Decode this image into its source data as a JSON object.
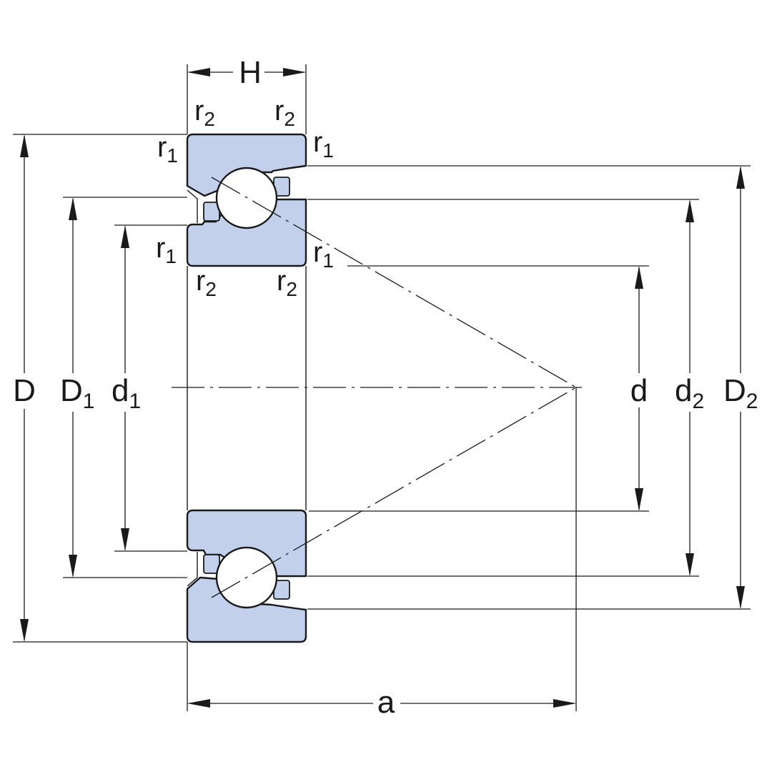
{
  "colors": {
    "ring_fill": "#c2d0ec",
    "line": "#1a1a1a",
    "background": "#ffffff"
  },
  "dimensions": {
    "H": {
      "main": "H",
      "sub": ""
    },
    "D": {
      "main": "D",
      "sub": ""
    },
    "D1": {
      "main": "D",
      "sub": "1"
    },
    "d1": {
      "main": "d",
      "sub": "1"
    },
    "d": {
      "main": "d",
      "sub": ""
    },
    "d2": {
      "main": "d",
      "sub": "2"
    },
    "D2": {
      "main": "D",
      "sub": "2"
    },
    "a": {
      "main": "a",
      "sub": ""
    }
  },
  "radii": {
    "r1": {
      "main": "r",
      "sub": "1"
    },
    "r2": {
      "main": "r",
      "sub": "2"
    }
  }
}
